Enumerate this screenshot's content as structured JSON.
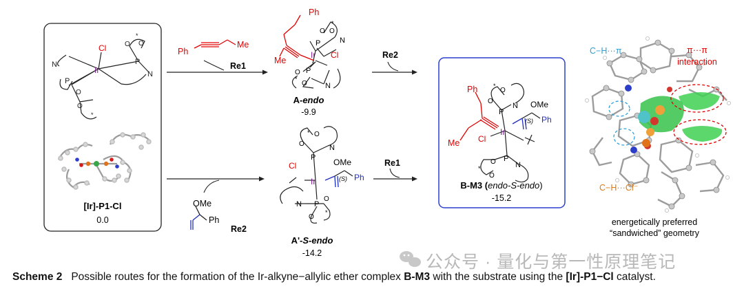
{
  "scheme": {
    "catalyst": {
      "label": "[Ir]-P1-Cl",
      "energy": "0.0"
    },
    "intermediates": [
      {
        "id": "A-endo",
        "label_main": "A-",
        "label_italic": "endo",
        "energy": "-9.9"
      },
      {
        "id": "A-S-endo",
        "label_main": "A'-",
        "label_italic": "S-endo",
        "energy": "-14.2"
      },
      {
        "id": "B-M3",
        "label_main": "B-M3 (",
        "label_italic": "endo-S-endo",
        "label_end": ")",
        "energy": "-15.2"
      }
    ],
    "reagents": {
      "re1": "Re1",
      "re2": "Re2"
    },
    "substrates": {
      "alkyne_ph": "Ph",
      "alkyne_me": "Me",
      "ether_ome": "OMe",
      "ether_ph": "Ph"
    },
    "atoms": {
      "ir": "Ir",
      "cl": "Cl",
      "p": "P",
      "n": "N",
      "o": "O",
      "ph": "Ph",
      "me": "Me",
      "ome": "OMe",
      "s": "(S)",
      "star": "*"
    },
    "interaction": {
      "ch_pi": "C−H···π",
      "pi_pi_line1": "π···π",
      "pi_pi_line2": "interaction",
      "ch_cl": "C−H···Cl⁻",
      "caption_line1": "energetically preferred",
      "caption_line2": "“sandwiched” geometry"
    }
  },
  "caption": {
    "prefix": "Scheme 2",
    "text": "Possible routes for the formation of the Ir-alkyne−allylic ether complex ",
    "bold_ref": "B-M3",
    "text2": " with the substrate using the ",
    "bold_cat": "[Ir]-P1−Cl",
    "text3": " catalyst."
  },
  "watermark": "公众号 · 量化与第一性原理笔记",
  "colors": {
    "ir": "#7a1b8c",
    "cl": "#e00000",
    "red": "#e00000",
    "blue": "#1f2fbf",
    "box_blue": "#2b3fd1",
    "ch_pi": "#2fa0d8",
    "ch_cl": "#e07a10"
  }
}
